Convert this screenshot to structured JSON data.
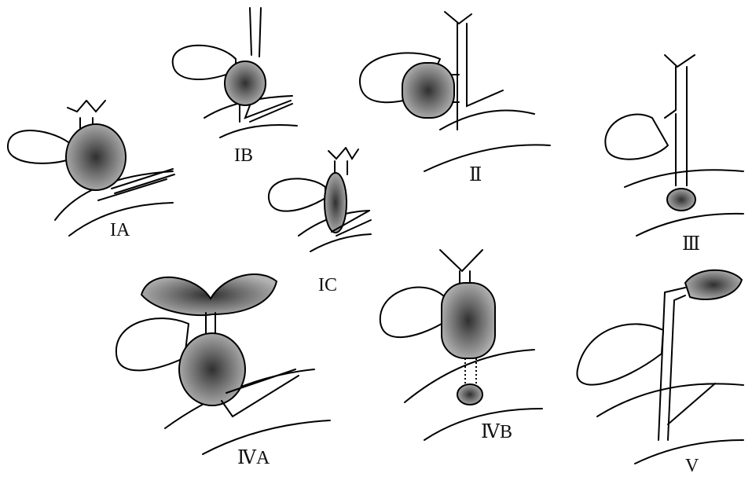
{
  "labels": {
    "ia": "IA",
    "ib": "IB",
    "ic": "IC",
    "ii": "Ⅱ",
    "iii": "Ⅲ",
    "iva": "ⅣA",
    "ivb": "ⅣB",
    "v": "V"
  },
  "colors": {
    "cyst_center": "#3a3a3a",
    "cyst_edge": "#a8a8a8",
    "outline": "#000000",
    "background": "#ffffff"
  }
}
